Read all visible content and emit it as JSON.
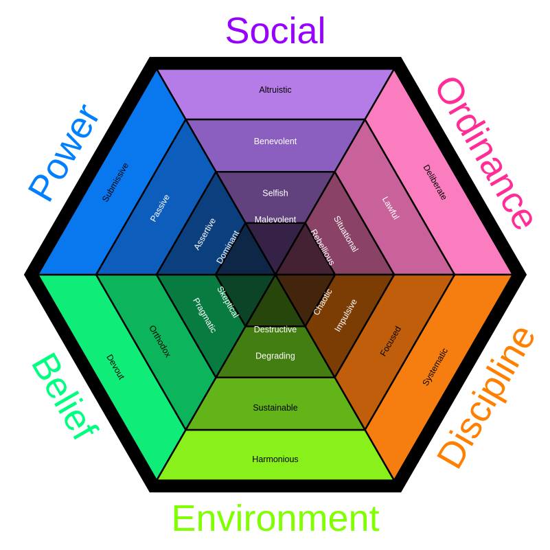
{
  "sectors": [
    {
      "title": "Social",
      "title_color": "#9600ff",
      "rings": [
        {
          "label": "Altruistic",
          "fill": "#b57ce8",
          "text_color": "#000000"
        },
        {
          "label": "Benevolent",
          "fill": "#8a5fbf",
          "text_color": "#ffffff"
        },
        {
          "label": "Selfish",
          "fill": "#62417f",
          "text_color": "#ffffff"
        },
        {
          "label": "Malevolent",
          "fill": "#352246",
          "text_color": "#ffffff"
        }
      ]
    },
    {
      "title": "Ordinance",
      "title_color": "#ff2d95",
      "rings": [
        {
          "label": "Deliberate",
          "fill": "#fa7dc0",
          "text_color": "#000000"
        },
        {
          "label": "Lawful",
          "fill": "#c9629a",
          "text_color": "#ffffff"
        },
        {
          "label": "Situational",
          "fill": "#8a4266",
          "text_color": "#ffffff"
        },
        {
          "label": "Rebellious",
          "fill": "#452233",
          "text_color": "#ffffff"
        }
      ]
    },
    {
      "title": "Discipline",
      "title_color": "#ff8000",
      "rings": [
        {
          "label": "Systematic",
          "fill": "#f67e10",
          "text_color": "#000000"
        },
        {
          "label": "Focused",
          "fill": "#c15e0b",
          "text_color": "#000000"
        },
        {
          "label": "Impulsive",
          "fill": "#7c3d05",
          "text_color": "#ffffff"
        },
        {
          "label": "Chaotic",
          "fill": "#43250b",
          "text_color": "#ffffff"
        }
      ]
    },
    {
      "title": "Environment",
      "title_color": "#80ff00",
      "rings": [
        {
          "label": "Harmonious",
          "fill": "#89f01c",
          "text_color": "#000000"
        },
        {
          "label": "Sustainable",
          "fill": "#62b418",
          "text_color": "#000000"
        },
        {
          "label": "Degrading",
          "fill": "#437e12",
          "text_color": "#ffffff"
        },
        {
          "label": "Destructive",
          "fill": "#27460b",
          "text_color": "#ffffff"
        }
      ]
    },
    {
      "title": "Belief",
      "title_color": "#00ff80",
      "rings": [
        {
          "label": "Devout",
          "fill": "#0fec78",
          "text_color": "#000000"
        },
        {
          "label": "Orthodox",
          "fill": "#0cb55c",
          "text_color": "#000000"
        },
        {
          "label": "Pragmatic",
          "fill": "#087c40",
          "text_color": "#ffffff"
        },
        {
          "label": "Skeptical",
          "fill": "#0b4426",
          "text_color": "#ffffff"
        }
      ]
    },
    {
      "title": "Power",
      "title_color": "#0080ff",
      "rings": [
        {
          "label": "Submissive",
          "fill": "#0978ee",
          "text_color": "#000000"
        },
        {
          "label": "Passive",
          "fill": "#0c5dbc",
          "text_color": "#ffffff"
        },
        {
          "label": "Assertive",
          "fill": "#0b3f7d",
          "text_color": "#ffffff"
        },
        {
          "label": "Dominant",
          "fill": "#0e2746",
          "text_color": "#ffffff"
        }
      ]
    }
  ]
}
